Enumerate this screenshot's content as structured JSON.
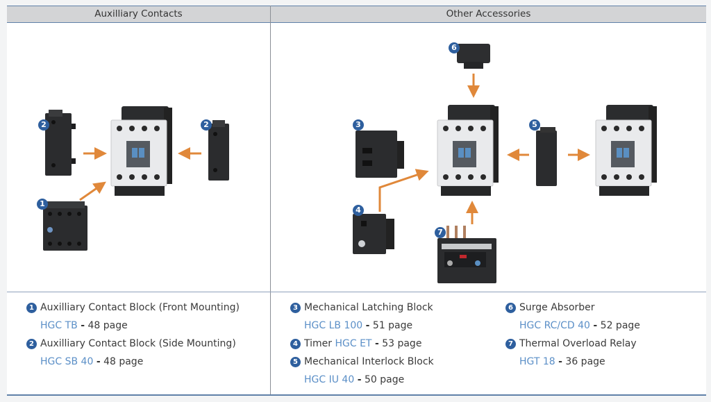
{
  "header": {
    "left_title": "Auxilliary Contacts",
    "right_title": "Other Accessories"
  },
  "colors": {
    "badge": "#2e5f9e",
    "code_link": "#5b8fc7",
    "arrow": "#e0883a",
    "header_bg": "#d3d4d6",
    "rule": "#5f80a8"
  },
  "diagram_left": {
    "badges": [
      "2",
      "2",
      "1"
    ],
    "parts": [
      "side-mount-aux-block-left",
      "contactor",
      "side-mount-aux-block-right",
      "front-mount-aux-block"
    ]
  },
  "diagram_right": {
    "badges": [
      "6",
      "3",
      "5",
      "4",
      "7"
    ],
    "parts": [
      "surge-absorber",
      "mechanical-latching-block",
      "contactor",
      "mechanical-interlock-block",
      "contactor-second",
      "timer",
      "thermal-overload-relay"
    ]
  },
  "legend": {
    "col1": [
      {
        "num": "1",
        "name": "Auxilliary Contact Block (Front Mounting)",
        "code": "HGC TB",
        "page": "48 page"
      },
      {
        "num": "2",
        "name": "Auxilliary Contact Block (Side Mounting)",
        "code": "HGC SB 40",
        "page": "48 page"
      }
    ],
    "col2": [
      {
        "num": "3",
        "name": "Mechanical Latching Block",
        "code": "HGC LB 100",
        "page": "51 page"
      },
      {
        "num": "4",
        "name": "Timer",
        "code": "HGC ET",
        "page": "53 page"
      },
      {
        "num": "5",
        "name": "Mechanical Interlock Block",
        "code": "HGC IU 40",
        "page": "50 page"
      }
    ],
    "col3": [
      {
        "num": "6",
        "name": "Surge Absorber",
        "code": "HGC RC/CD 40",
        "page": "52 page"
      },
      {
        "num": "7",
        "name": "Thermal Overload Relay",
        "code": "HGT 18",
        "page": "36 page"
      }
    ],
    "separator": "-"
  }
}
